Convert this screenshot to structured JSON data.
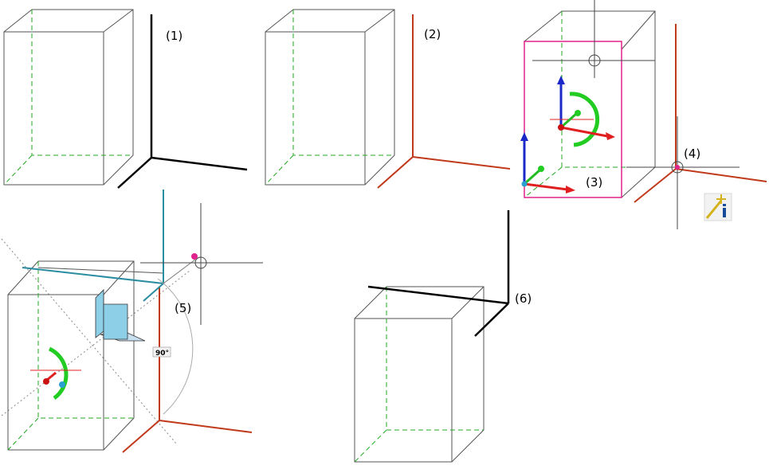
{
  "steps": {
    "step1": "(1)",
    "step2": "(2)",
    "step3": "(3)",
    "step4": "(4)",
    "step5": "(5)",
    "step6": "(6)"
  },
  "angle_label": "90°",
  "toolbar_icon": "info-point-icon",
  "colors": {
    "box_edge": "#555555",
    "hidden_edge": "#22aa22",
    "axis_black": "#000000",
    "axis_red": "#c0391b",
    "highlight": "#e0228c",
    "axis_x": "#e02020",
    "axis_y": "#22bb22",
    "axis_z": "#1a28c8",
    "rotate_arc": "#22cc22",
    "cyan_axis": "#2a8ca0",
    "plane_fill": "#8ecfe8"
  }
}
